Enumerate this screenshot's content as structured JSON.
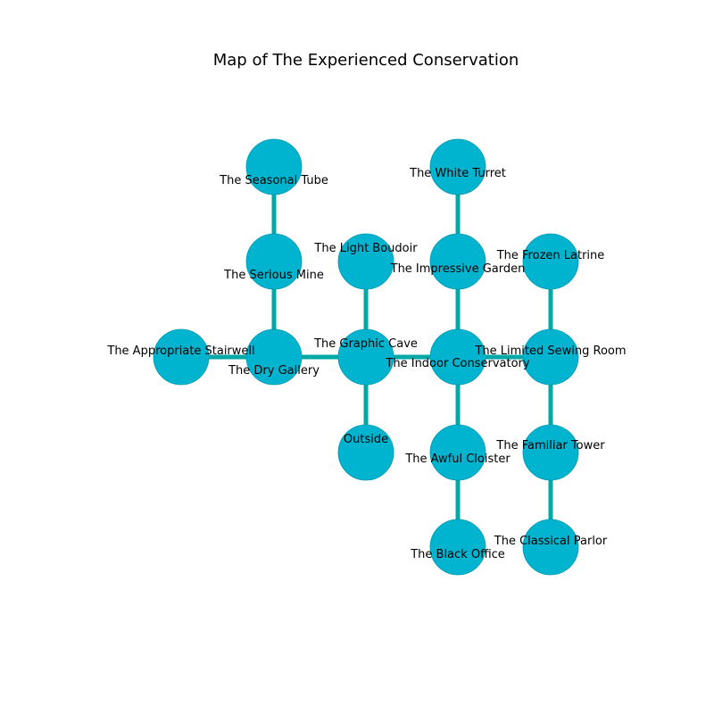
{
  "title": "Map of The Experienced Conservation",
  "colors": {
    "node_fill": "#00b4d0",
    "node_stroke": "#0098b0",
    "edge": "#00a8a8",
    "background": "#ffffff"
  },
  "rooms": [
    {
      "id": "seasonal_tube",
      "name": "The Seasonal Tube"
    },
    {
      "id": "white_turret",
      "name": "The White Turret"
    },
    {
      "id": "serious_mine",
      "name": "The Serious Mine"
    },
    {
      "id": "light_boudoir",
      "name": "The Light Boudoir"
    },
    {
      "id": "impressive_garden",
      "name": "The Impressive Garden"
    },
    {
      "id": "frozen_latrine",
      "name": "The Frozen Latrine"
    },
    {
      "id": "appropriate_stairwell",
      "name": "The Appropriate Stairwell"
    },
    {
      "id": "dry_gallery",
      "name": "The Dry Gallery"
    },
    {
      "id": "graphic_cave",
      "name": "The Graphic Cave"
    },
    {
      "id": "indoor_conservatory",
      "name": "The Indoor Conservatory"
    },
    {
      "id": "limited_sewing_room",
      "name": "The Limited Sewing Room"
    },
    {
      "id": "outside",
      "name": "Outside"
    },
    {
      "id": "awful_cloister",
      "name": "The Awful Cloister"
    },
    {
      "id": "familiar_tower",
      "name": "The Familiar Tower"
    },
    {
      "id": "black_office",
      "name": "The Black Office"
    },
    {
      "id": "classical_parlor",
      "name": "The Classical Parlor"
    }
  ],
  "connections": [
    [
      "seasonal_tube",
      "serious_mine"
    ],
    [
      "serious_mine",
      "dry_gallery"
    ],
    [
      "appropriate_stairwell",
      "dry_gallery"
    ],
    [
      "dry_gallery",
      "graphic_cave"
    ],
    [
      "light_boudoir",
      "graphic_cave"
    ],
    [
      "graphic_cave",
      "outside"
    ],
    [
      "graphic_cave",
      "indoor_conservatory"
    ],
    [
      "white_turret",
      "impressive_garden"
    ],
    [
      "impressive_garden",
      "indoor_conservatory"
    ],
    [
      "indoor_conservatory",
      "limited_sewing_room"
    ],
    [
      "indoor_conservatory",
      "awful_cloister"
    ],
    [
      "awful_cloister",
      "black_office"
    ],
    [
      "frozen_latrine",
      "limited_sewing_room"
    ],
    [
      "limited_sewing_room",
      "familiar_tower"
    ],
    [
      "familiar_tower",
      "classical_parlor"
    ]
  ]
}
